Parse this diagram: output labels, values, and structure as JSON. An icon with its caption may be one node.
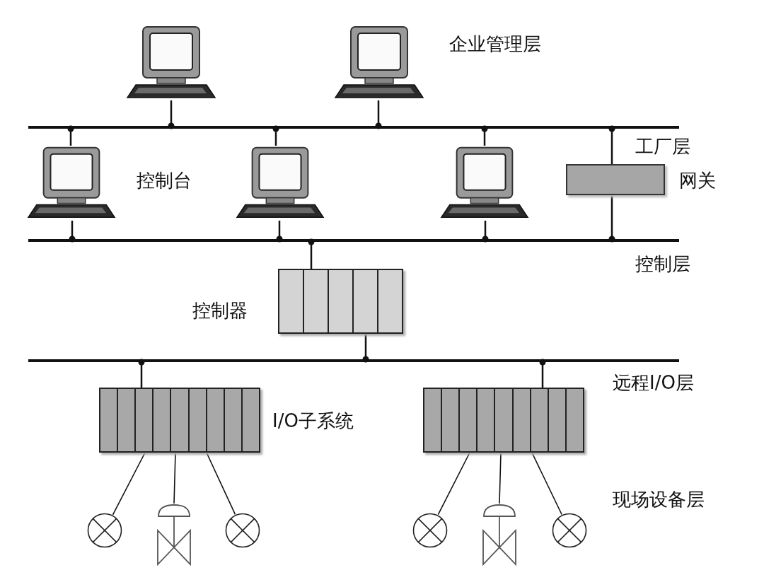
{
  "diagram": {
    "nodes": [
      {
        "text": [],
        "shape": "picture"
      },
      {
        "text": [],
        "shape": "picture"
      },
      {
        "text": [],
        "shape": "bar"
      },
      {
        "text": [],
        "shape": "picture"
      },
      {
        "text": [],
        "shape": "picture"
      },
      {
        "text": [],
        "shape": "picture"
      },
      {
        "text": [
          "网关"
        ]
      },
      {
        "text": [],
        "shape": "bar"
      },
      {
        "text": [
          "控制器"
        ]
      },
      {
        "text": [],
        "shape": "bar"
      },
      {
        "text": [
          "I/O子系统"
        ]
      },
      {
        "text": [],
        "shape": "box"
      },
      {
        "text": [],
        "shape": "circle"
      },
      {
        "text": [],
        "shape": "valve"
      },
      {
        "text": [],
        "shape": "circle"
      },
      {
        "text": [],
        "shape": "circle"
      },
      {
        "text": [],
        "shape": "valve"
      },
      {
        "text": [],
        "shape": "circle"
      }
    ],
    "edges": [
      {
        "from": 0,
        "to": 2,
        "arrow": "other"
      },
      {
        "from": 1,
        "to": 2,
        "arrow": "other"
      },
      {
        "from": 3,
        "to": 2,
        "arrow": "other"
      },
      {
        "from": 3,
        "to": 7,
        "arrow": "other"
      },
      {
        "from": 4,
        "to": 2,
        "arrow": "other"
      },
      {
        "from": 4,
        "to": 7,
        "arrow": "other"
      },
      {
        "from": 5,
        "to": 2,
        "arrow": "other"
      },
      {
        "from": 5,
        "to": 7,
        "arrow": "other"
      },
      {
        "from": 6,
        "to": 2,
        "arrow": "other"
      },
      {
        "from": 6,
        "to": 7,
        "arrow": "other"
      },
      {
        "from": 8,
        "to": 7,
        "arrow": "other"
      },
      {
        "from": 8,
        "to": 9,
        "arrow": "other"
      },
      {
        "from": 10,
        "to": 9,
        "arrow": "other"
      },
      {
        "from": 11,
        "to": 9,
        "arrow": "other"
      },
      {
        "from": 10,
        "to": 12,
        "arrow": "none"
      },
      {
        "from": 10,
        "to": 13,
        "arrow": "none"
      },
      {
        "from": 10,
        "to": 14,
        "arrow": "none"
      },
      {
        "from": 11,
        "to": 15,
        "arrow": "none"
      },
      {
        "from": 11,
        "to": 16,
        "arrow": "none"
      },
      {
        "from": 11,
        "to": 17,
        "arrow": "none"
      }
    ],
    "labels": [
      "企业管理层",
      "控制台",
      "工厂层",
      "控制层",
      "远程I/O层",
      "现场设备层"
    ]
  }
}
